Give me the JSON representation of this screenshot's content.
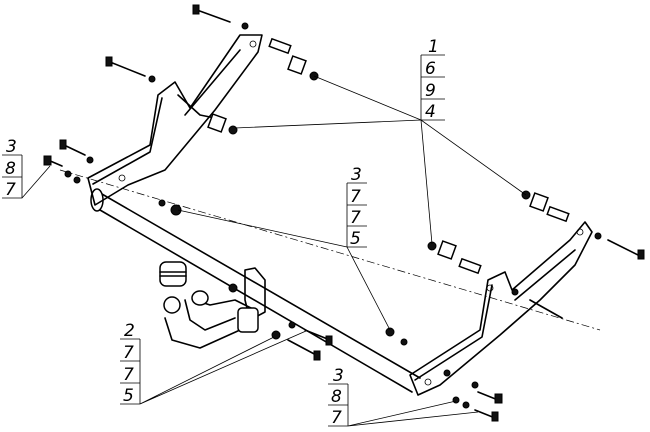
{
  "callouts": [
    {
      "id": "top-right",
      "items": [
        "1",
        "6",
        "9",
        "4"
      ]
    },
    {
      "id": "left",
      "items": [
        "3",
        "8",
        "7"
      ]
    },
    {
      "id": "center",
      "items": [
        "3",
        "7",
        "7",
        "5"
      ]
    },
    {
      "id": "bottom-left",
      "items": [
        "2",
        "7",
        "7",
        "5"
      ]
    },
    {
      "id": "bottom",
      "items": [
        "3",
        "8",
        "7"
      ]
    }
  ]
}
